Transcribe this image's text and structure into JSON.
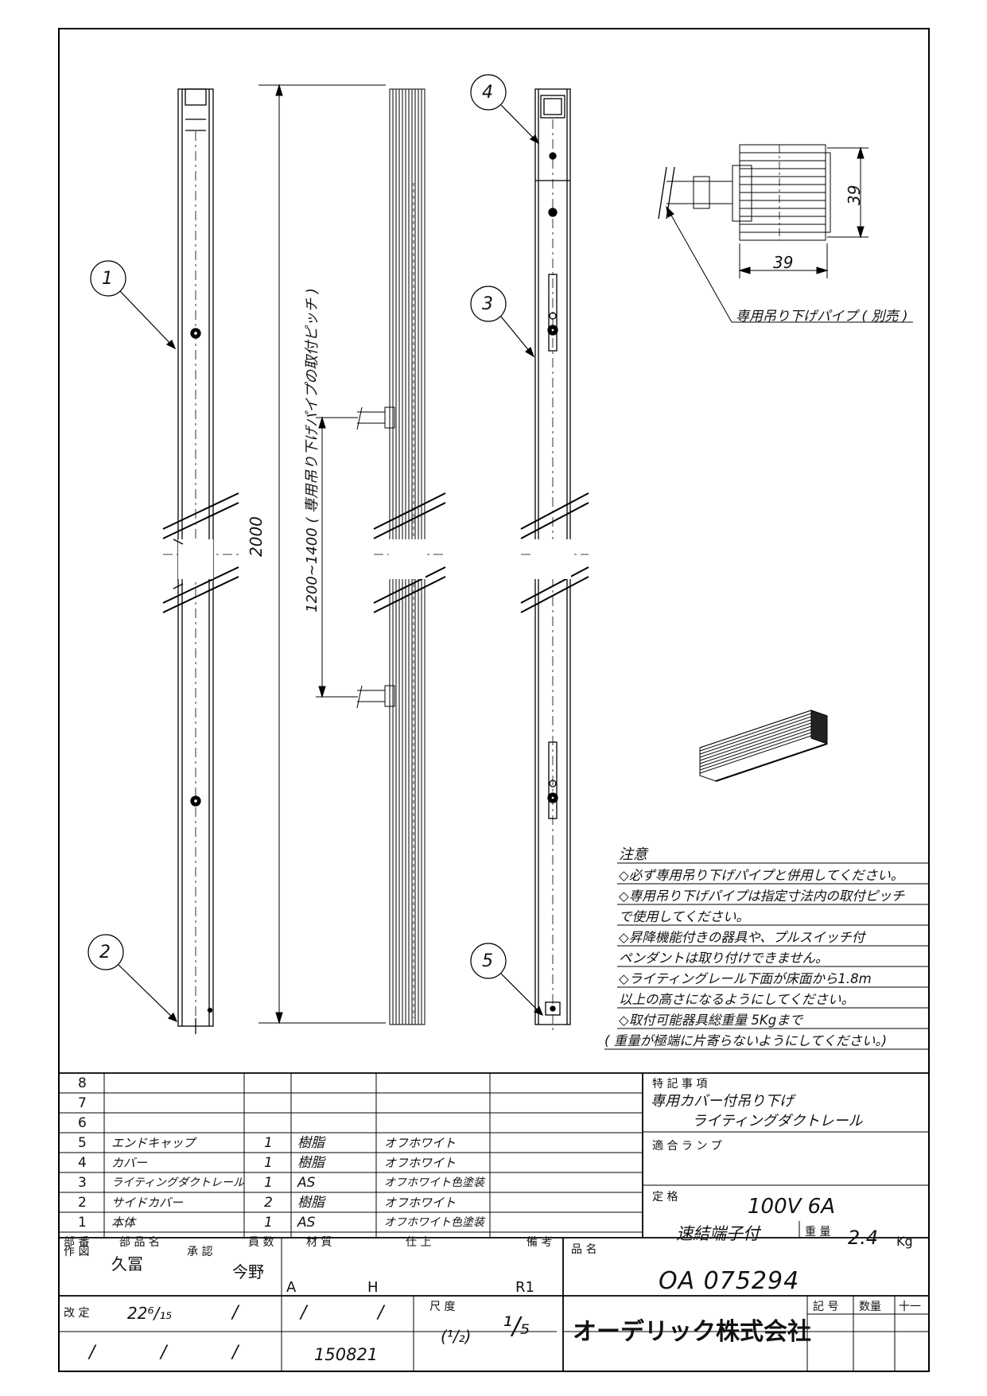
{
  "callouts": [
    "1",
    "2",
    "3",
    "4",
    "5"
  ],
  "dimensions": {
    "total_length": "2000",
    "pitch": "1200~1400 ( 専用吊り下げパイプの取付ピッチ )",
    "section_height": "39",
    "section_width": "39",
    "pipe_label": "専用吊り下げパイプ ( 別売 )"
  },
  "notes": {
    "title": "注意",
    "lines": [
      "◇必ず専用吊り下げパイプと併用してください。",
      "◇専用吊り下げパイプは指定寸法内の取付ピッチ",
      "で使用してください。",
      "◇昇降機能付きの器具や、プルスイッチ付",
      "ペンダントは取り付けできません。",
      "◇ライティングレール下面が床面から1.8m",
      "以上の高さになるようにしてください。",
      "◇取付可能器具総重量  5Kgまで",
      "( 重量が極端に片寄らないようにしてください。)"
    ]
  },
  "parts_table": {
    "headers": {
      "no": "部 番",
      "name": "部   品   名",
      "qty": "員 数",
      "material": "材   質",
      "finish": "仕   上",
      "remarks": "備        考"
    },
    "rows": [
      {
        "no": "8",
        "name": "",
        "qty": "",
        "material": "",
        "finish": ""
      },
      {
        "no": "7",
        "name": "",
        "qty": "",
        "material": "",
        "finish": ""
      },
      {
        "no": "6",
        "name": "",
        "qty": "",
        "material": "",
        "finish": ""
      },
      {
        "no": "5",
        "name": "エンドキャップ",
        "qty": "1",
        "material": "樹脂",
        "finish": "オフホワイト"
      },
      {
        "no": "4",
        "name": "カバー",
        "qty": "1",
        "material": "樹脂",
        "finish": "オフホワイト"
      },
      {
        "no": "3",
        "name": "ライティングダクトレール",
        "qty": "1",
        "material": "AS",
        "finish": "オフホワイト色塗装"
      },
      {
        "no": "2",
        "name": "サイドカバー",
        "qty": "2",
        "material": "樹脂",
        "finish": "オフホワイト"
      },
      {
        "no": "1",
        "name": "本体",
        "qty": "1",
        "material": "AS",
        "finish": "オフホワイト色塗装"
      }
    ]
  },
  "specs": {
    "special_label": "特  記  事  項",
    "special_line1": "専用カバー付吊り下げ",
    "special_line2": "ライティングダクトレール",
    "lamp_label": "適 合 ラ ン プ",
    "rating_label": "定  格",
    "rating_value": "100V  6A",
    "terminal": "速結端子付",
    "weight_label": "重  量",
    "weight_value": "2.4",
    "weight_unit": "Kg"
  },
  "title_block": {
    "drawn_label": "作 図",
    "drawn_by": "久冨",
    "approved_label": "承 認",
    "approved_by": "今野",
    "code_a": "A",
    "code_h": "H",
    "code_r": "R1",
    "product_label": "品  名",
    "product_no": "OA  075294",
    "revision_label": "改  定",
    "revision_date": "22⁶/₁₅",
    "slash": "/",
    "doc_no": "150821",
    "scale_label": "尺 度",
    "scale_small": "(¹/₂)",
    "scale_value": "¹/₅",
    "company": "オーデリック株式会社",
    "mark_label": "記 号",
    "count_label": "数量",
    "plus_minus": "十一"
  }
}
